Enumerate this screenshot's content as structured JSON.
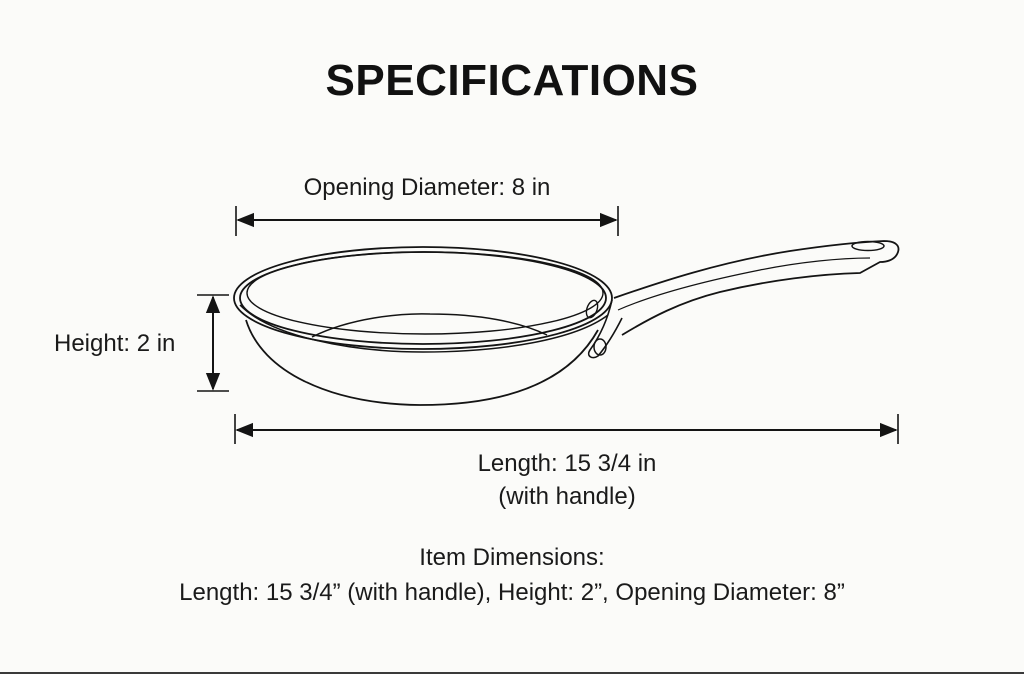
{
  "title": "SPECIFICATIONS",
  "dimensions": {
    "opening_diameter": "Opening Diameter: 8 in",
    "height": "Height: 2 in",
    "length_line1": "Length: 15 3/4 in",
    "length_line2": "(with handle)"
  },
  "summary": {
    "heading": "Item Dimensions:",
    "detail": "Length: 15 3/4” (with handle), Height: 2”, Opening Diameter: 8”"
  },
  "colors": {
    "background": "#fbfbf9",
    "ink": "#141414"
  }
}
